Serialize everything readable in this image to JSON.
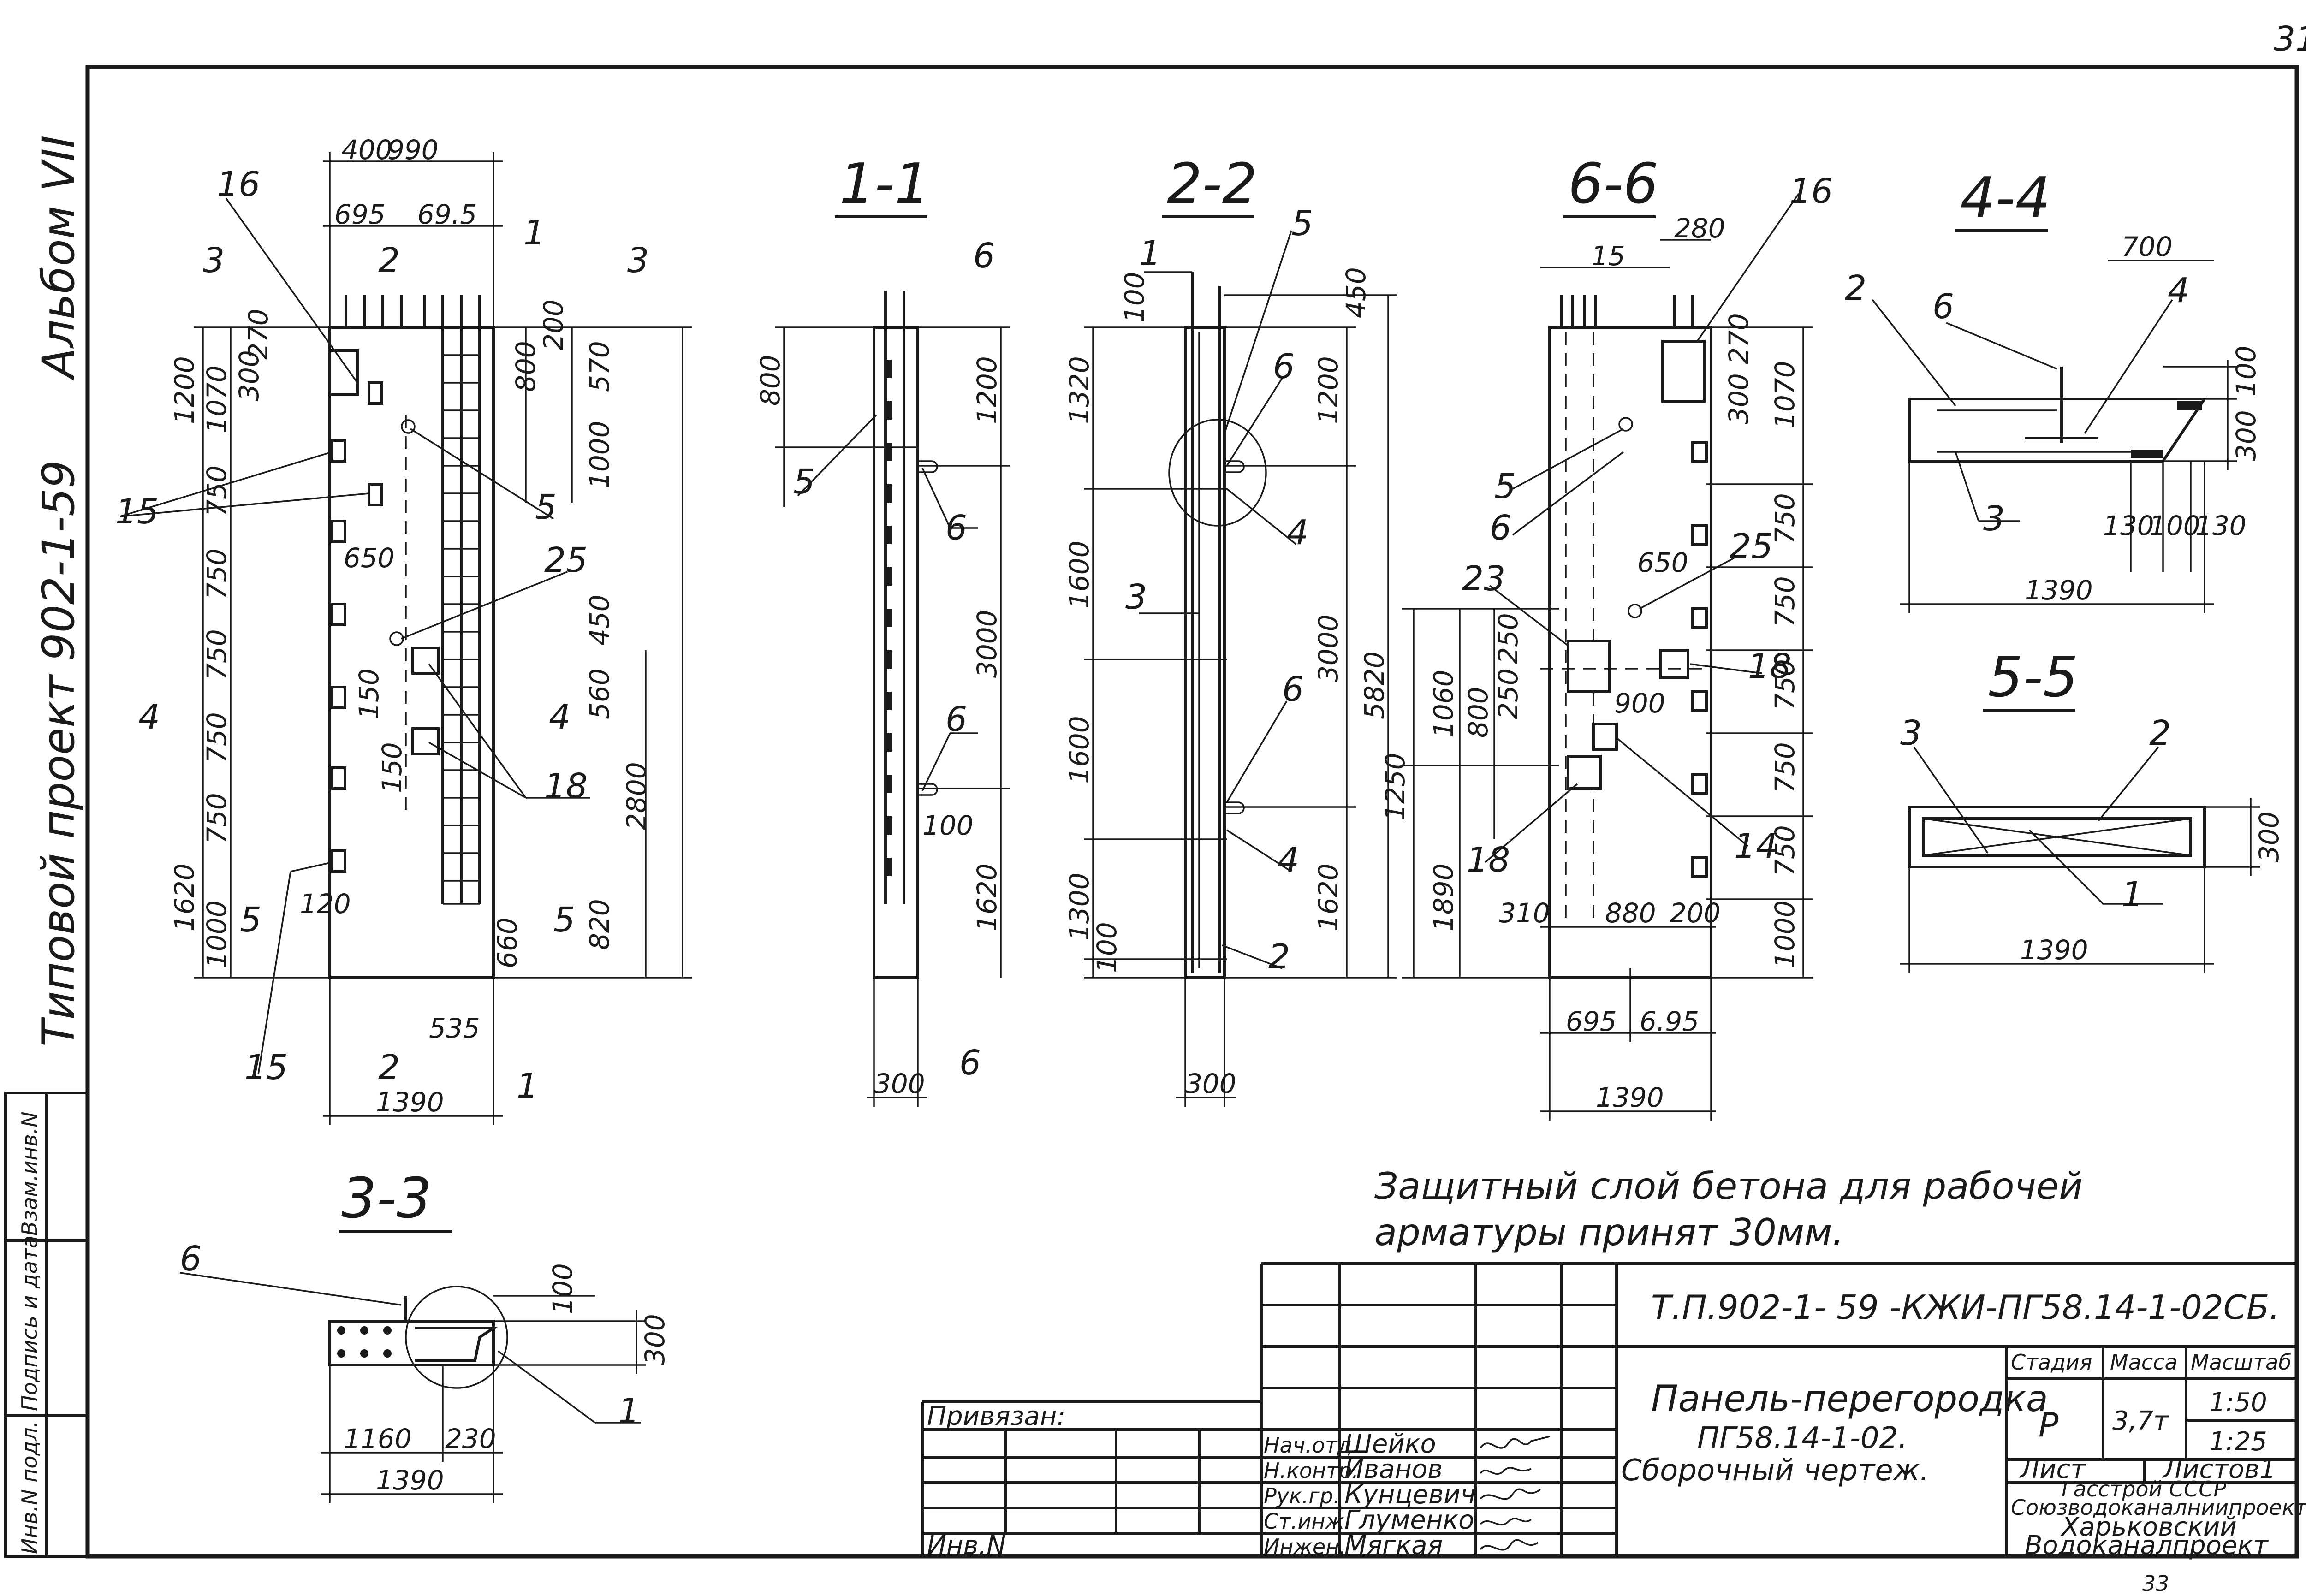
{
  "page_number": "31",
  "bottom_page_number": "33",
  "side_title": {
    "project": "Типовой проект  902-1-59",
    "album": "Альбом VII"
  },
  "side_stamp": [
    "Инв.N подл.",
    "Подпись и дата",
    "Взам.инв.N"
  ],
  "sections": [
    "1-1",
    "2-2",
    "6-6",
    "4-4",
    "5-5",
    "3-3"
  ],
  "section_marks": [
    "1",
    "2",
    "3",
    "4",
    "5",
    "6"
  ],
  "main_view": {
    "dims_top": [
      "400",
      "990",
      "695",
      "69.5"
    ],
    "dims_left": [
      "1200",
      "300",
      "1070",
      "270",
      "750",
      "750",
      "750",
      "750",
      "750",
      "1620",
      "1000",
      "120"
    ],
    "dims_right": [
      "800",
      "200",
      "570",
      "1000",
      "450",
      "560",
      "2800",
      "660",
      "820"
    ],
    "dims_inner": [
      "650",
      "150",
      "150"
    ],
    "dims_bottom": [
      "535",
      "1390"
    ],
    "callouts": [
      "16",
      "15",
      "15",
      "5",
      "25",
      "18"
    ]
  },
  "section_1_1": {
    "dims": [
      "800",
      "1200",
      "3000",
      "1620",
      "100",
      "300"
    ],
    "callouts": [
      "5",
      "6",
      "6"
    ]
  },
  "section_2_2": {
    "dims": [
      "1320",
      "1600",
      "1600",
      "1300",
      "100",
      "100",
      "1200",
      "3000",
      "1620",
      "450",
      "5820",
      "300"
    ],
    "callouts": [
      "1",
      "5",
      "6",
      "4",
      "3",
      "6",
      "4",
      "2"
    ]
  },
  "section_6_6": {
    "dims": [
      "15",
      "280",
      "270",
      "300",
      "1070",
      "750",
      "750",
      "750",
      "750",
      "750",
      "1000",
      "1250",
      "250",
      "250",
      "1060",
      "800",
      "1890",
      "650",
      "900",
      "310",
      "880",
      "200",
      "695",
      "6.95",
      "1390"
    ],
    "callouts": [
      "16",
      "5",
      "6",
      "23",
      "25",
      "18",
      "14",
      "18"
    ]
  },
  "section_4_4": {
    "dims": [
      "700",
      "100",
      "300",
      "130",
      "100",
      "130",
      "1390"
    ],
    "callouts": [
      "2",
      "6",
      "4",
      "3"
    ]
  },
  "section_5_5": {
    "dims": [
      "300",
      "1390"
    ],
    "callouts": [
      "3",
      "2",
      "1"
    ]
  },
  "section_3_3": {
    "dims": [
      "100",
      "300",
      "1160",
      "230",
      "1390"
    ],
    "callouts": [
      "6",
      "1"
    ]
  },
  "note": [
    "Защитный слой бетона для рабочей",
    "арматуры принят 30мм."
  ],
  "title_block": {
    "code": "Т.П.902-1- 59  -КЖИ-ПГ58.14-1-02СБ.",
    "name": [
      "Панель-перегородка",
      "ПГ58.14-1-02.",
      "Сборочный чертеж."
    ],
    "headers": [
      "Стадия",
      "Масса",
      "Масштаб"
    ],
    "values": [
      "Р",
      "3,7т",
      "1:50",
      "1:25"
    ],
    "sheet": [
      "Лист",
      "Листов1"
    ],
    "roles": [
      "Нач.отд.",
      "Н.контр.",
      "Рук.гр.",
      "Ст.инж.",
      "Инжен."
    ],
    "people": [
      "Шейко",
      "Иванов",
      "Кунцевич",
      "Глуменко",
      "Мягкая"
    ],
    "bound": "Привязан:",
    "inv": "Инв.N",
    "org": [
      "Гасстрой СССР",
      "Союзводоканалниипроект",
      "Харьковский",
      "Водоканалпроект"
    ]
  }
}
